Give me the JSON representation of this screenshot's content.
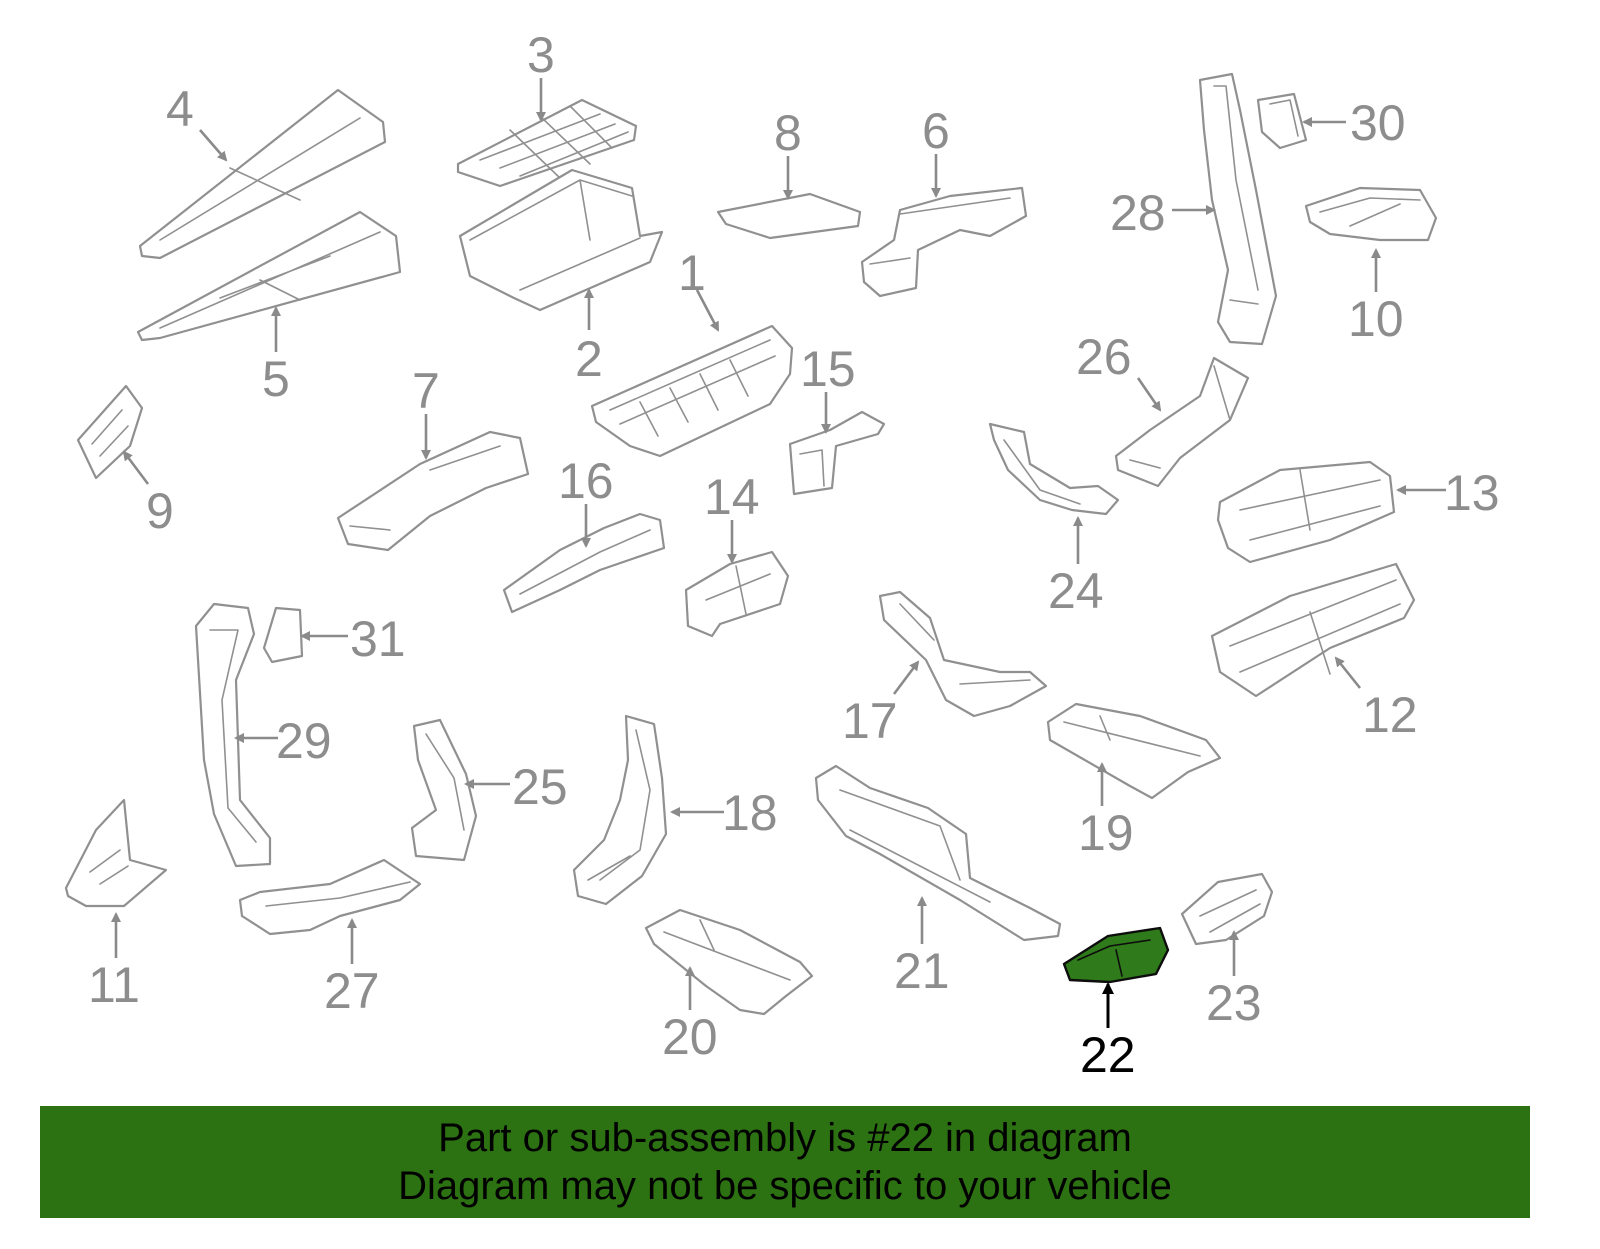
{
  "diagram": {
    "highlighted_part": "22",
    "callouts": [
      "1",
      "2",
      "3",
      "4",
      "5",
      "6",
      "7",
      "8",
      "9",
      "10",
      "11",
      "12",
      "13",
      "14",
      "15",
      "16",
      "17",
      "18",
      "19",
      "20",
      "21",
      "22",
      "23",
      "24",
      "25",
      "26",
      "27",
      "28",
      "29",
      "30",
      "31"
    ],
    "colors": {
      "outline": "#909090",
      "callout_text": "#8d8d8d",
      "highlight_fill": "#2f7a1a",
      "highlight_text": "#000000"
    }
  },
  "banner": {
    "line1": "Part or sub-assembly is #22 in diagram",
    "line2": "Diagram may not be specific to your vehicle",
    "background": "#2d7212"
  }
}
